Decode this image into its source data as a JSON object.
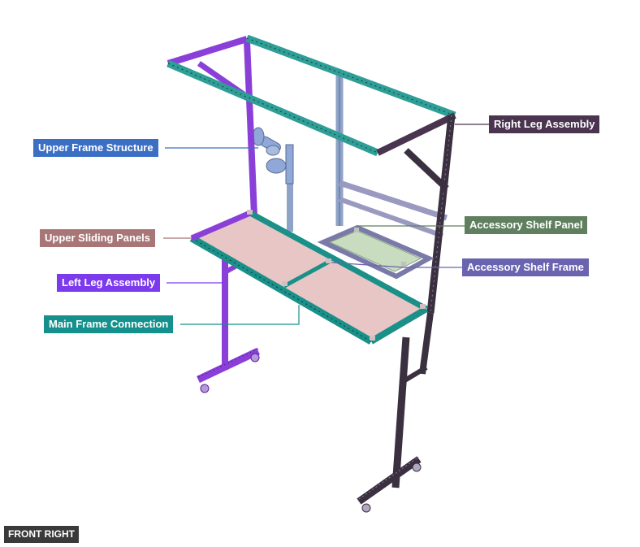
{
  "view_label": "FRONT RIGHT",
  "callouts": {
    "upper_frame_structure": {
      "label": "Upper Frame Structure",
      "color": "#3b6fc4"
    },
    "upper_sliding_panels": {
      "label": "Upper Sliding Panels",
      "color": "#a87676"
    },
    "left_leg_assembly": {
      "label": "Left Leg Assembly",
      "color": "#7c3aed"
    },
    "main_frame_connection": {
      "label": "Main Frame Connection",
      "color": "#14918c"
    },
    "right_leg_assembly": {
      "label": "Right Leg Assembly",
      "color": "#4a3450"
    },
    "accessory_shelf_panel": {
      "label": "Accessory Shelf Panel",
      "color": "#5f7f5f"
    },
    "accessory_shelf_frame": {
      "label": "Accessory Shelf Frame",
      "color": "#6a63b0"
    }
  },
  "part_colors": {
    "left_leg": "#8a3fd8",
    "right_leg": "#3a3040",
    "upper_frame": "#2e9e96",
    "main_frame": "#1a9088",
    "sliding_panel": "#e8c6c6",
    "shelf_panel": "#c8dcc0",
    "shelf_frame": "#7a7aa8",
    "rear_upright": "#8fa3c8",
    "monitor_arm": "#8fa8d8"
  }
}
